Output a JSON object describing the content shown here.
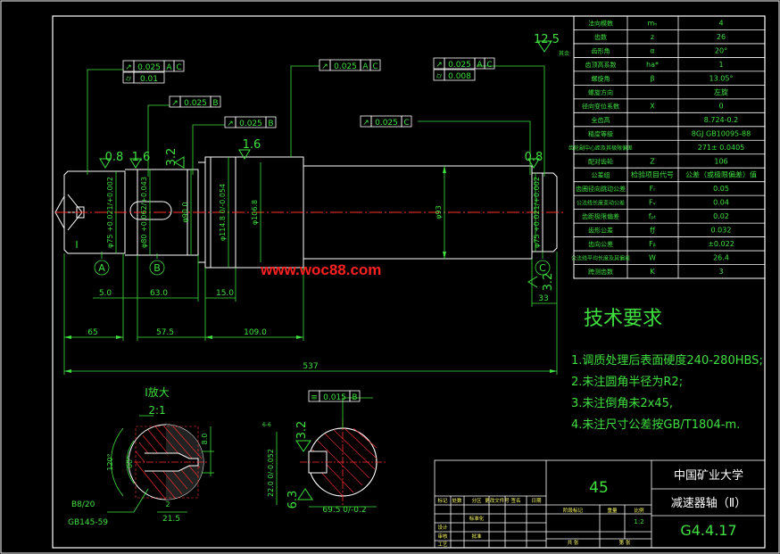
{
  "watermark": "www.woc88.com",
  "params_table": {
    "rows": [
      {
        "name": "法向模数",
        "sym": "mₙ",
        "val": "4"
      },
      {
        "name": "齿数",
        "sym": "z",
        "val": "26"
      },
      {
        "name": "齿形角",
        "sym": "α",
        "val": "20°"
      },
      {
        "name": "齿顶高系数",
        "sym": "ha*",
        "val": "1"
      },
      {
        "name": "螺旋角",
        "sym": "β",
        "val": "13.05°"
      },
      {
        "name": "螺旋方向",
        "sym": "",
        "val": "左旋"
      },
      {
        "name": "径向变位系数",
        "sym": "X",
        "val": "0"
      },
      {
        "name": "全齿高",
        "sym": "",
        "val": "8.724-0.2"
      },
      {
        "name": "精度等级",
        "sym": "",
        "val": "8GJ GB10095-88"
      },
      {
        "name": "齿轮副中心距及其极限偏差",
        "sym": "",
        "val": "271± 0.0405"
      },
      {
        "name": "配对齿轮",
        "sym": "Z",
        "val": "106"
      },
      {
        "name": "公差组",
        "sym": "检验项目代号",
        "val": "公差（或极限偏差）值"
      },
      {
        "name": "齿圈径向跳动公差",
        "sym": "Fᵣ",
        "val": "0.05"
      },
      {
        "name": "公法线长度变动公差",
        "sym": "Fᵥ",
        "val": "0.04"
      },
      {
        "name": "齿距极限偏差",
        "sym": "fₚₜ",
        "val": "0.02"
      },
      {
        "name": "齿形公差",
        "sym": "fƒ",
        "val": "0.032"
      },
      {
        "name": "齿向公差",
        "sym": "Fᵦ",
        "val": "±0.022"
      },
      {
        "name": "公法线平均长度及其偏差",
        "sym": "W",
        "val": "26.4"
      },
      {
        "name": "跨测齿数",
        "sym": "K",
        "val": "3"
      }
    ]
  },
  "tech_req": {
    "title": "技术要求",
    "items": [
      "1.调质处理后表面硬度240-280HBS;",
      "2.未注圆角半径为R2;",
      "3.未注倒角未2x45,",
      "4.未注尺寸公差按GB/T1804-m."
    ]
  },
  "title_block": {
    "material": "45",
    "school": "中国矿业大学",
    "part_name": "减速器轴（Ⅱ）",
    "drawing_no": "G4.4.17",
    "scale": "1:2",
    "labels": [
      "标记",
      "处数",
      "分区",
      "更改文件号",
      "签名",
      "日期",
      "设计",
      "标准化",
      "阶段标记",
      "重量",
      "比例",
      "审核",
      "工艺",
      "批准",
      "共  张",
      "第  张"
    ]
  },
  "fcf": {
    "f1": {
      "sym": "↗",
      "val": "0.025",
      "d1": "A",
      "d2": "C"
    },
    "f1b": {
      "sym": "⌭",
      "val": "0.01"
    },
    "f2": {
      "sym": "↗",
      "val": "0.025",
      "d1": "B"
    },
    "f3": {
      "sym": "↗",
      "val": "0.025",
      "d1": "B"
    },
    "f4": {
      "sym": "↗",
      "val": "0.025",
      "d1": "A",
      "d2": "C"
    },
    "f5": {
      "sym": "↗",
      "val": "0.025",
      "d1": "A",
      "d2": "C"
    },
    "f5b": {
      "sym": "⌭",
      "val": "0.008"
    },
    "f6": {
      "sym": "↗",
      "val": "0.025",
      "d1": "C"
    },
    "f7": {
      "sym": "≡",
      "val": "0.015",
      "d1": "B"
    }
  },
  "roughness": {
    "general": "12.5",
    "r1": "0.8",
    "r2": "1.6",
    "r3": "3.2",
    "r4": "1.6",
    "r5": "0.8",
    "r6": "3.2",
    "r7": "3.2",
    "r8": "6.3",
    "note": "其余"
  },
  "dims": {
    "d_left": "φ75 +0.021/+0.002",
    "d_key": "φ80 +0.062/+0.043",
    "d_90": "φ90.0",
    "d_114": "φ114.8 0/-0.054",
    "d_106": "φ106.8",
    "d_93": "φ93",
    "d_right": "φ75 +0.021/+0.002",
    "len_5": "5.0",
    "len_63": "63.0",
    "len_15": "15.0",
    "len_65": "65",
    "len_57": "57.5",
    "len_109": "109.0",
    "len_33": "33",
    "len_537": "537",
    "sec_22": "22.0 0/-0.052",
    "sec_69": "69.5 0/-0.2",
    "det_120": "120°",
    "det_60": "60°",
    "det_8": "8.0",
    "det_21": "21.5",
    "det_2": "2",
    "det_spec": "B8/20",
    "det_std": "GB145-59",
    "sec_mark": "6-6"
  },
  "labels": {
    "datum_a": "A",
    "datum_b": "B",
    "datum_c": "C",
    "detail_title": "Ⅰ放大",
    "detail_scale": "2:1",
    "detail_mark": "Ⅰ"
  }
}
